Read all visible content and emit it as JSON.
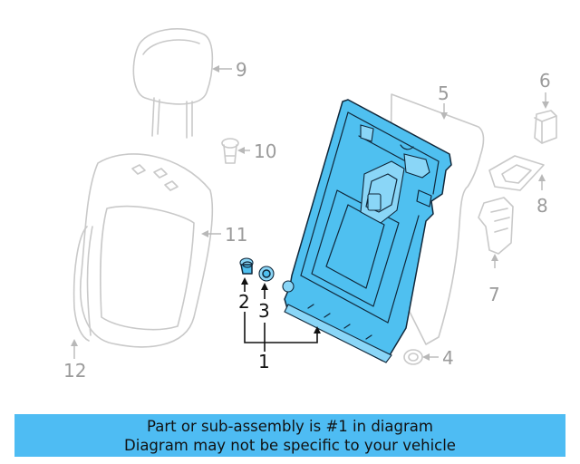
{
  "callouts": {
    "c1": "1",
    "c2": "2",
    "c3": "3",
    "c4": "4",
    "c5": "5",
    "c6": "6",
    "c7": "7",
    "c8": "8",
    "c9": "9",
    "c10": "10",
    "c11": "11",
    "c12": "12"
  },
  "banner": {
    "line1": "Part or sub-assembly is #1 in diagram",
    "line2": "Diagram may not be specific to your vehicle"
  },
  "colors": {
    "highlight": "#4fc0f0",
    "banner": "#4ebcf3",
    "ghost": "#c9c9c9"
  }
}
